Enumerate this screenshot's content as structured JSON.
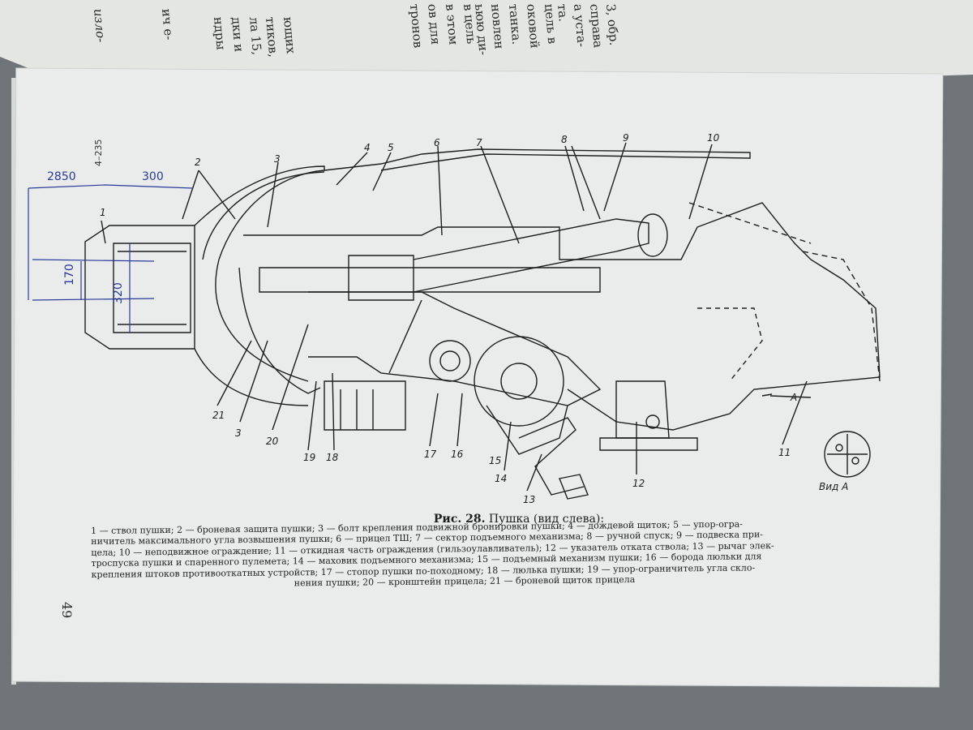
{
  "top_page": {
    "lines": [
      {
        "text": "изло-"
      },
      {
        "text": "ич е-"
      },
      {
        "text": "ющих"
      },
      {
        "text": "тиков,"
      },
      {
        "text": "ла 15,"
      },
      {
        "text": "дки и"
      },
      {
        "text": "ндры"
      },
      {
        "text": "в цель"
      },
      {
        "text": "в этом"
      },
      {
        "text": "ов для"
      },
      {
        "text": "тронов"
      },
      {
        "text": "цель в"
      },
      {
        "text": "оковой"
      },
      {
        "text": "танка."
      },
      {
        "text": "новлен"
      },
      {
        "text": "ьюю ди-"
      },
      {
        "text": "3, обр."
      },
      {
        "text": "справа"
      },
      {
        "text": "а уста-"
      },
      {
        "text": "та."
      }
    ]
  },
  "figure": {
    "title_prefix": "Рис. 28.",
    "title_rest": "Пушка (вид слева):",
    "legend_lines": [
      "1 — ствол пушки; 2 — броневая защита пушки; 3 — болт крепления подвижной бронировки пушки; 4 — дождевой щиток; 5 — упор-огра-",
      "ничитель максимального угла возвышения пушки; 6 — прицел ТШ; 7 — сектор подъемного механизма; 8 — ручной спуск; 9 — подвеска при-",
      "цела; 10 — неподвижное ограждение; 11 — откидная часть ограждения (гильзоулавливатель); 12 — указатель отката ствола; 13 — рычаг элек-",
      "троспуска пушки и спаренного пулемета; 14 — маховик подъемного механизма; 15 — подъемный механизм пушки; 16 — борода люльки для",
      "крепления штоков противооткатных устройств; 17 — стопор пушки по-походному; 18 — люлька пушки; 19 — упор-ограничитель угла скло-",
      "нения пушки; 20 — кронштейн прицела; 21 — броневой щиток прицела"
    ],
    "callouts": [
      "1",
      "2",
      "3",
      "4",
      "5",
      "6",
      "7",
      "8",
      "9",
      "10",
      "11",
      "12",
      "13",
      "14",
      "15",
      "16",
      "17",
      "18",
      "19",
      "20",
      "21"
    ],
    "view_label": "Вид А",
    "section_mark": "А",
    "handwritten": {
      "dim_2850": "2850",
      "dim_300": "300",
      "dim_170": "170",
      "dim_320": "320",
      "margin_code": "4–235"
    }
  },
  "page_number": "49",
  "colors": {
    "paper": "#e9ecea",
    "ink": "#1e1e1e",
    "pen": "#2a3a9a",
    "background": "#6f7478"
  }
}
